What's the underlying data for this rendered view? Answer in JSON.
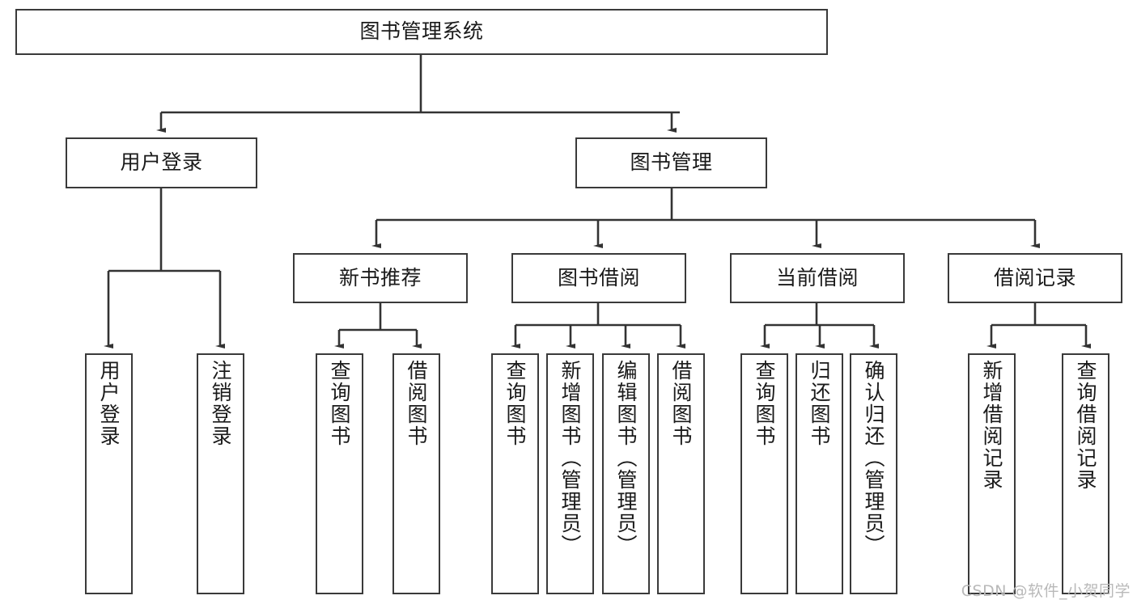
{
  "diagram": {
    "title": "图书管理系统",
    "watermark": "CSDN @软件_小贺同学",
    "colors": {
      "box_border": "#3a3a3a",
      "edge": "#333333",
      "background": "#ffffff",
      "text": "#1a1a1a",
      "watermark": "#b9b9b9"
    },
    "root": {
      "label": "图书管理系统"
    },
    "level2": [
      {
        "label": "用户登录"
      },
      {
        "label": "图书管理"
      }
    ],
    "level3": [
      {
        "label": "新书推荐"
      },
      {
        "label": "图书借阅"
      },
      {
        "label": "当前借阅"
      },
      {
        "label": "借阅记录"
      }
    ],
    "leaves": {
      "user_login": [
        {
          "label": "用户登录"
        },
        {
          "label": "注销登录"
        }
      ],
      "new_book_recommend": [
        {
          "label": "查询图书"
        },
        {
          "label": "借阅图书"
        }
      ],
      "book_borrow": [
        {
          "label": "查询图书"
        },
        {
          "label": "新增图书（管理员）"
        },
        {
          "label": "编辑图书（管理员）"
        },
        {
          "label": "借阅图书"
        }
      ],
      "current_borrow": [
        {
          "label": "查询图书"
        },
        {
          "label": "归还图书"
        },
        {
          "label": "确认归还（管理员）"
        }
      ],
      "borrow_record": [
        {
          "label": "新增借阅记录"
        },
        {
          "label": "查询借阅记录"
        }
      ]
    }
  }
}
